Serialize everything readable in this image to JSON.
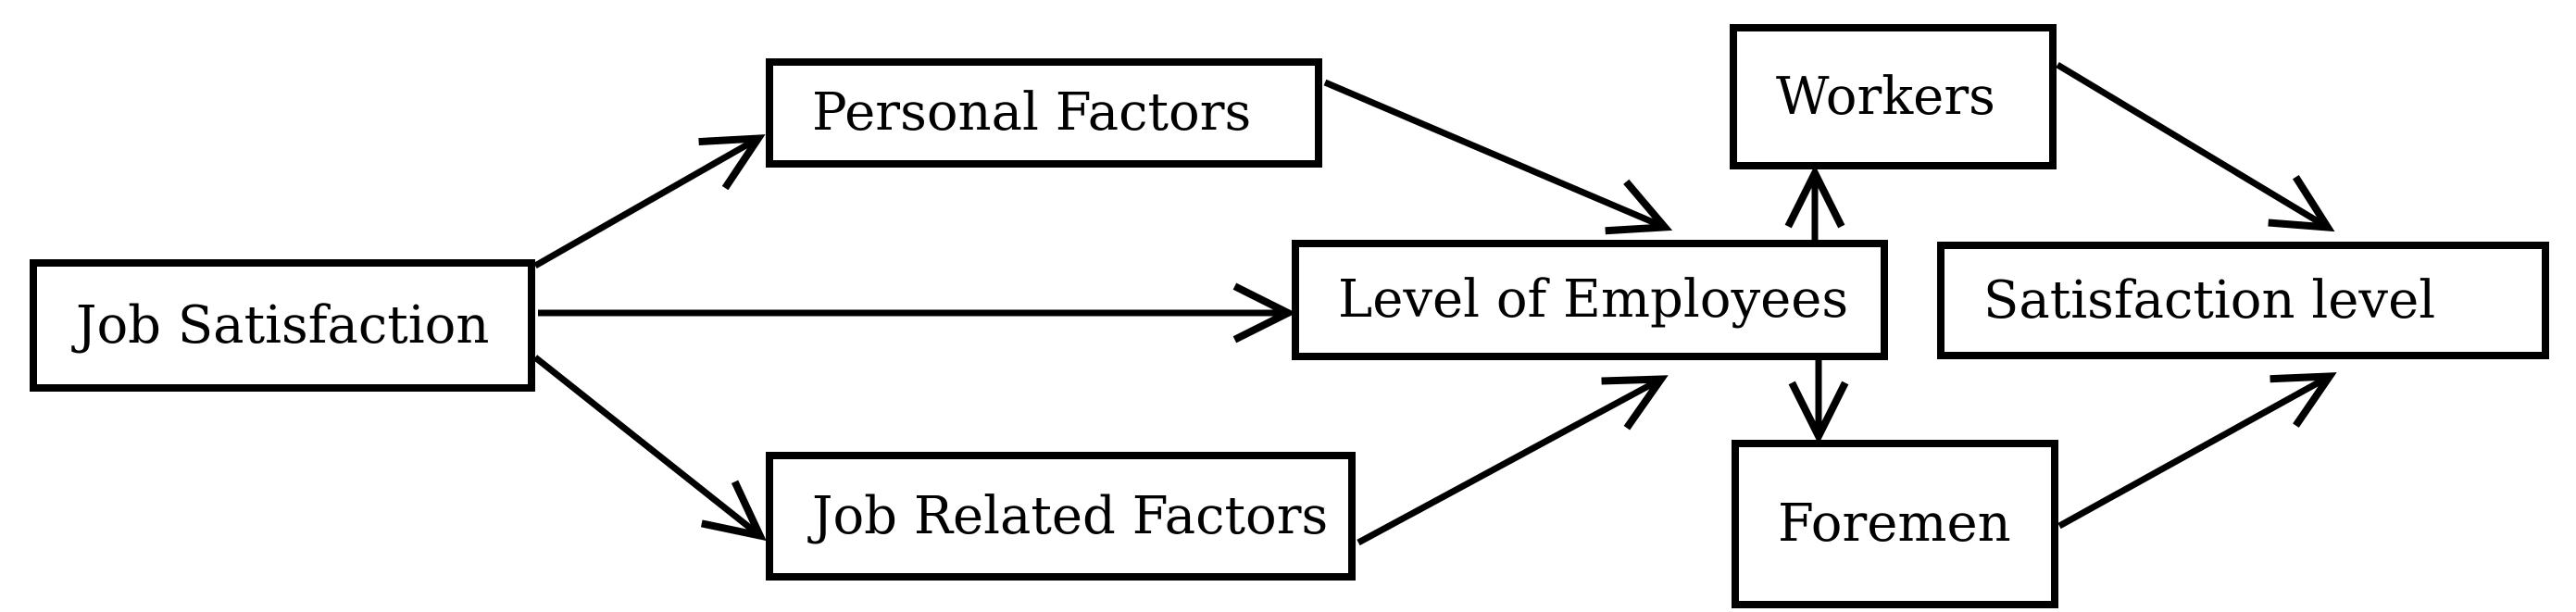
{
  "diagram": {
    "background_color": "#ffffff",
    "line_color": "#000000",
    "text_color": "#000000",
    "nodes": {
      "job_satisfaction": {
        "label": "Job Satisfaction"
      },
      "personal_factors": {
        "label": "Personal Factors"
      },
      "job_related_factors": {
        "label": "Job Related Factors"
      },
      "level_of_employees": {
        "label": "Level of Employees"
      },
      "workers": {
        "label": "Workers"
      },
      "foremen": {
        "label": "Foremen"
      },
      "satisfaction_level": {
        "label": "Satisfaction level"
      }
    },
    "edges": [
      {
        "from": "Job Satisfaction",
        "to": "Personal Factors"
      },
      {
        "from": "Job Satisfaction",
        "to": "Level of Employees"
      },
      {
        "from": "Job Satisfaction",
        "to": "Job Related Factors"
      },
      {
        "from": "Personal Factors",
        "to": "Level of Employees"
      },
      {
        "from": "Job Related Factors",
        "to": "Level of Employees"
      },
      {
        "from": "Level of Employees",
        "to": "Workers"
      },
      {
        "from": "Level of Employees",
        "to": "Foremen"
      },
      {
        "from": "Workers",
        "to": "Satisfaction level"
      },
      {
        "from": "Foremen",
        "to": "Satisfaction level"
      }
    ]
  }
}
